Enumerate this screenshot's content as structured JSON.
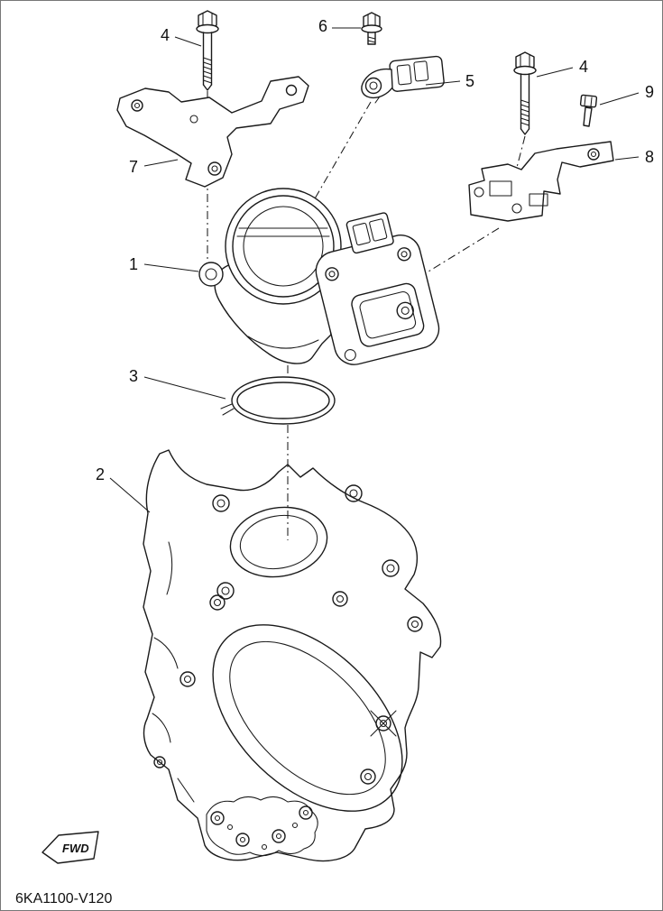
{
  "colors": {
    "background": "#ffffff",
    "line": "#1a1a1a"
  },
  "diagram": {
    "code": "6KA1100-V120",
    "fwd_label": "FWD"
  },
  "callouts": [
    {
      "label": "4"
    },
    {
      "label": "6"
    },
    {
      "label": "5"
    },
    {
      "label": "4"
    },
    {
      "label": "9"
    },
    {
      "label": "8"
    },
    {
      "label": "7"
    },
    {
      "label": "1"
    },
    {
      "label": "3"
    },
    {
      "label": "2"
    }
  ]
}
